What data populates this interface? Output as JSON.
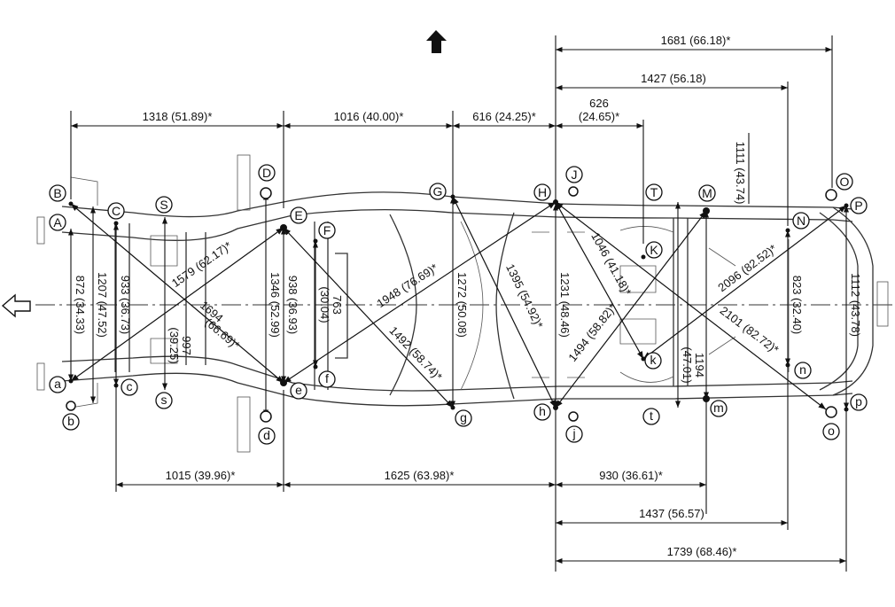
{
  "dimensions": {
    "top": [
      {
        "id": "d_1318",
        "text": "1318 (51.89)*"
      },
      {
        "id": "d_1016",
        "text": "1016 (40.00)*"
      },
      {
        "id": "d_616",
        "text": "616 (24.25)*"
      },
      {
        "id": "d_626a",
        "text": "626"
      },
      {
        "id": "d_626b",
        "text": "(24.65)*"
      },
      {
        "id": "d_1427",
        "text": "1427 (56.18)"
      },
      {
        "id": "d_1681",
        "text": "1681 (66.18)*"
      }
    ],
    "bottom": [
      {
        "id": "d_1015",
        "text": "1015 (39.96)*"
      },
      {
        "id": "d_1625",
        "text": "1625 (63.98)*"
      },
      {
        "id": "d_930",
        "text": "930 (36.61)*"
      },
      {
        "id": "d_1437",
        "text": "1437 (56.57)"
      },
      {
        "id": "d_1739",
        "text": "1739 (68.46)*"
      }
    ],
    "vertical": [
      {
        "id": "d_872",
        "text": "872 (34.33)"
      },
      {
        "id": "d_1207",
        "text": "1207 (47.52)"
      },
      {
        "id": "d_933",
        "text": "933 (36.73)"
      },
      {
        "id": "d_997a",
        "text": "997"
      },
      {
        "id": "d_997b",
        "text": "(39.25)"
      },
      {
        "id": "d_1346",
        "text": "1346 (52.99)"
      },
      {
        "id": "d_938",
        "text": "938 (36.93)"
      },
      {
        "id": "d_763a",
        "text": "763"
      },
      {
        "id": "d_763b",
        "text": "(30.04)"
      },
      {
        "id": "d_1272",
        "text": "1272 (50.08)"
      },
      {
        "id": "d_1231",
        "text": "1231 (48.46)"
      },
      {
        "id": "d_1194a",
        "text": "1194"
      },
      {
        "id": "d_1194b",
        "text": "(47.01)"
      },
      {
        "id": "d_1111",
        "text": "1111 (43.74)"
      },
      {
        "id": "d_823",
        "text": "823 (32.40)"
      },
      {
        "id": "d_1112",
        "text": "1112 (43.78)"
      }
    ],
    "diagonal": [
      {
        "id": "d_1579",
        "text": "1579 (62.17)*"
      },
      {
        "id": "d_1694a",
        "text": "1694"
      },
      {
        "id": "d_1694b",
        "text": "(66.69)*"
      },
      {
        "id": "d_1948",
        "text": "1948 (76.69)*"
      },
      {
        "id": "d_1492",
        "text": "1492 (58.74)*"
      },
      {
        "id": "d_1395",
        "text": "1395 (54.92)*"
      },
      {
        "id": "d_1046",
        "text": "1046 (41.18)*"
      },
      {
        "id": "d_1494",
        "text": "1494 (58.82)*"
      },
      {
        "id": "d_2096",
        "text": "2096 (82.52)*"
      },
      {
        "id": "d_2101",
        "text": "2101 (82.72)*"
      }
    ]
  },
  "points": {
    "upper": [
      "A",
      "B",
      "C",
      "S",
      "D",
      "E",
      "F",
      "G",
      "H",
      "J",
      "T",
      "K",
      "M",
      "N",
      "O",
      "P"
    ],
    "lower": [
      "a",
      "b",
      "c",
      "s",
      "d",
      "e",
      "f",
      "g",
      "h",
      "j",
      "t",
      "k",
      "m",
      "n",
      "o",
      "p"
    ]
  },
  "icons": {
    "forward_arrow": "arrow-up-icon",
    "front_direction_arrow": "arrow-left-outline-icon"
  }
}
